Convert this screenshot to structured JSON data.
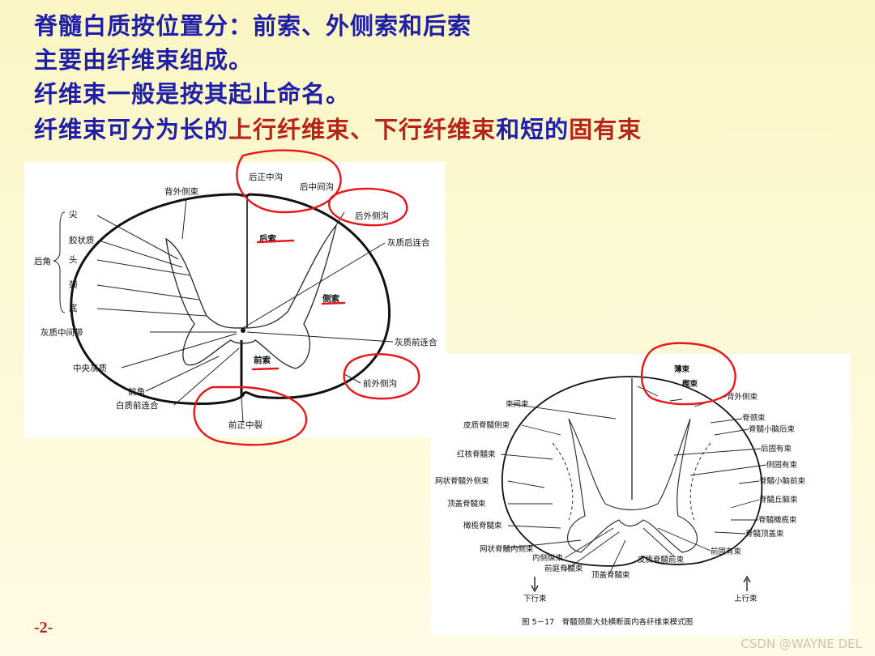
{
  "heading": {
    "line1": "脊髓白质按位置分：前索、外侧索和后索",
    "line2": "主要由纤维束组成。",
    "line3": "纤维束一般是按其起止命名。",
    "line4_a": "纤维束可分为长的",
    "line4_b": "上行纤维束",
    "line4_c": "、",
    "line4_d": "下行纤维束",
    "line4_e": "和短的",
    "line4_f": "固有束"
  },
  "colors": {
    "text": "#1f1fa8",
    "highlight": "#b8241a",
    "annotation": "#e8161a"
  },
  "figure1": {
    "labels": {
      "posterior_median_sulcus": "后正中沟",
      "posterior_intermediate_sulcus": "后中间沟",
      "dorsolateral_fasciculus": "背外侧束",
      "posterolateral_sulcus": "后外侧沟",
      "apex": "尖",
      "substantia_gelatinosa": "胶状质",
      "posterior_horn": "后角",
      "head": "头",
      "neck": "颈",
      "base": "底",
      "posterior_gray_commissure": "灰质后连合",
      "posterior_funiculus": "后索",
      "lateral_funiculus": "侧索",
      "intermediate_zone": "灰质中间带",
      "anterior_gray_commissure": "灰质前连合",
      "central_gray": "中央灰质",
      "anterior_funiculus": "前索",
      "anterolateral_sulcus": "前外侧沟",
      "anterior_horn": "前角",
      "anterior_white_commissure": "白质前连合",
      "anterior_median_fissure": "前正中裂"
    }
  },
  "figure2": {
    "labels": {
      "fasciculus_gracilis": "薄束",
      "fasciculus_cuneatus": "楔束",
      "dorsolateral_fasciculus": "背外侧束",
      "spinocervical_tract": "脊颈束",
      "posterior_spinocerebellar": "脊髓小脑后束",
      "posterior_proper": "后固有束",
      "lateral_proper": "侧固有束",
      "anterior_spinocerebellar": "脊髓小脑前束",
      "spinothalamic_tract": "脊髓丘脑束",
      "spino_olivary": "脊髓橄榄束",
      "spinotectal": "脊髓顶盖束",
      "anterior_proper": "前固有束",
      "anterior_corticospinal": "皮质脊髓前束",
      "tectospinal": "顶盖脊髓束",
      "vestibulospinal": "前庭脊髓束",
      "medial_longitudinal": "内侧纵束",
      "medial_reticulospinal": "网状脊髓内侧束",
      "olivospinal": "橄榄脊髓束",
      "tectospinal_left": "顶盖脊髓束",
      "lateral_reticulospinal": "网状脊髓外侧束",
      "rubrospinal": "红核脊髓束",
      "lateral_corticospinal": "皮质脊髓侧束",
      "interfascicular": "束间束",
      "descending": "下行束",
      "ascending": "上行束",
      "caption": "图 5－17　脊髓颈膨大处横断面内各纤维束模式图"
    }
  },
  "footer": {
    "page": "-2-",
    "watermark": "CSDN @WAYNE DEL"
  }
}
